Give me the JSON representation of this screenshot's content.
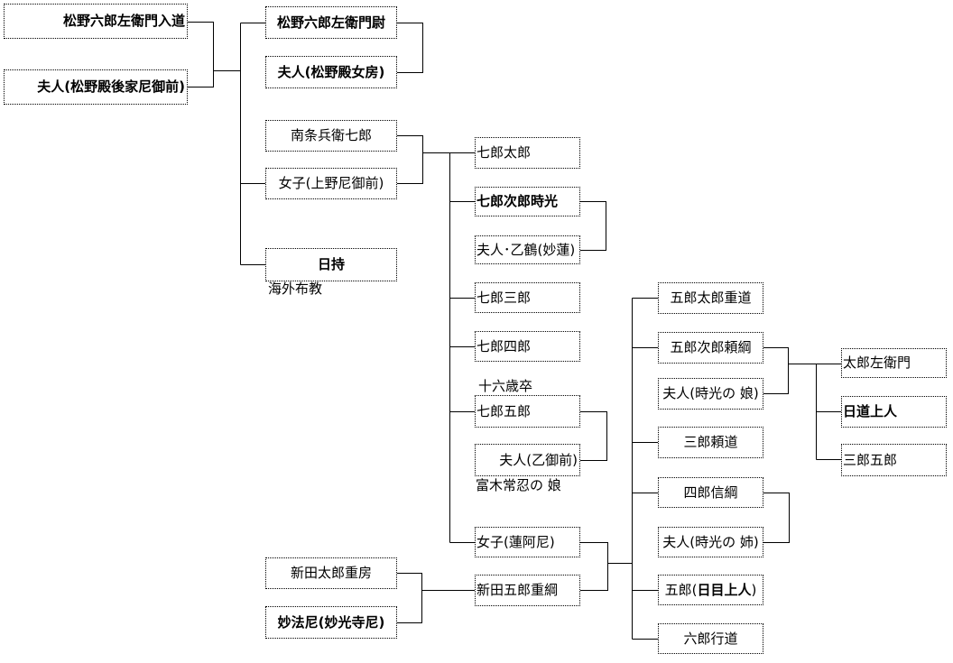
{
  "page": {
    "background_color": "#ffffff",
    "line_color": "#000000",
    "text_color": "#000000",
    "diagram_type": "family-tree"
  },
  "tree": {
    "boxes": [
      {
        "name": "matsuno-rokurozaemon-nyudo",
        "text": "松野六郎左衛門入道",
        "bold": true
      },
      {
        "name": "fujin-matsuno-dono-goke-ama-gozen",
        "text": "夫人(松野殿後家尼御前)",
        "bold": true
      },
      {
        "name": "matsuno-rokurozaemon-no-jo",
        "text": "松野六郎左衛門尉",
        "bold": true
      },
      {
        "name": "fujin-matsuno-dono-nyobo",
        "text": "夫人(松野殿女房)",
        "bold": true
      },
      {
        "name": "nanjo-hyoe-shichiro",
        "text": "南条兵衛七郎",
        "bold": false
      },
      {
        "name": "joshi-ueno-ama-gozen",
        "text": "女子(上野尼御前)",
        "bold": false
      },
      {
        "name": "nichiji",
        "text": "日持",
        "bold": true
      },
      {
        "name": "shichiro-taro",
        "text": "七郎太郎",
        "bold": false
      },
      {
        "name": "shichiro-jiro-tokimitsu",
        "text": "七郎次郎時光",
        "bold": true
      },
      {
        "name": "fujin-otozuru-myoren",
        "text": "夫人･乙鶴(妙蓮)",
        "bold": false
      },
      {
        "name": "shichiro-saburo",
        "text": "七郎三郎",
        "bold": false
      },
      {
        "name": "shichiro-shiro",
        "text": "七郎四郎",
        "bold": false
      },
      {
        "name": "shichiro-goro",
        "text": "七郎五郎",
        "bold": false
      },
      {
        "name": "fujin-oto-gozen",
        "text": "夫人(乙御前)",
        "bold": false
      },
      {
        "name": "joshi-ren-a-ni",
        "text": "女子(蓮阿尼)",
        "bold": false
      },
      {
        "name": "nitta-goro-shigetsuna",
        "text": "新田五郎重綱",
        "bold": false
      },
      {
        "name": "nitta-taro-shigefusa",
        "text": "新田太郎重房",
        "bold": false
      },
      {
        "name": "myoho-ama-myokoji-ama",
        "text": "妙法尼(妙光寺尼)",
        "bold": true
      },
      {
        "name": "goro-taro-shigemichi",
        "text": "五郎太郎重道",
        "bold": false
      },
      {
        "name": "goro-jiro-yoritsuna",
        "text": "五郎次郎頼綱",
        "bold": false
      },
      {
        "name": "fujin-tokimitsu-no-musume",
        "text": "夫人(時光の 娘)",
        "bold": false
      },
      {
        "name": "saburo-yorimichi",
        "text": "三郎頼道",
        "bold": false
      },
      {
        "name": "shiro-nobutsuna",
        "text": "四郎信綱",
        "bold": false
      },
      {
        "name": "fujin-tokimitsu-no-ane",
        "text": "夫人(時光の 姉)",
        "bold": false
      },
      {
        "name": "goro-nichimoku-shonin",
        "text": "五郎(日目上人)",
        "text_prefix": "五郎(",
        "text_bold": "日目上人",
        "text_suffix": ")",
        "bold": "partial"
      },
      {
        "name": "rokuro-yukimichi",
        "text": "六郎行道",
        "bold": false
      },
      {
        "name": "taro-zaemon",
        "text": "太郎左衛門",
        "bold": false
      },
      {
        "name": "nichido-shonin",
        "text": "日道上人",
        "bold": true
      },
      {
        "name": "saburo-goro",
        "text": "三郎五郎",
        "bold": false
      }
    ],
    "annotations": [
      {
        "name": "kaigai-fukyo",
        "text": "海外布教"
      },
      {
        "name": "jurokusai-sotsu",
        "text": "十六歳卒"
      },
      {
        "name": "toki-jonin-no-musume",
        "text": "富木常忍の 娘"
      }
    ]
  }
}
